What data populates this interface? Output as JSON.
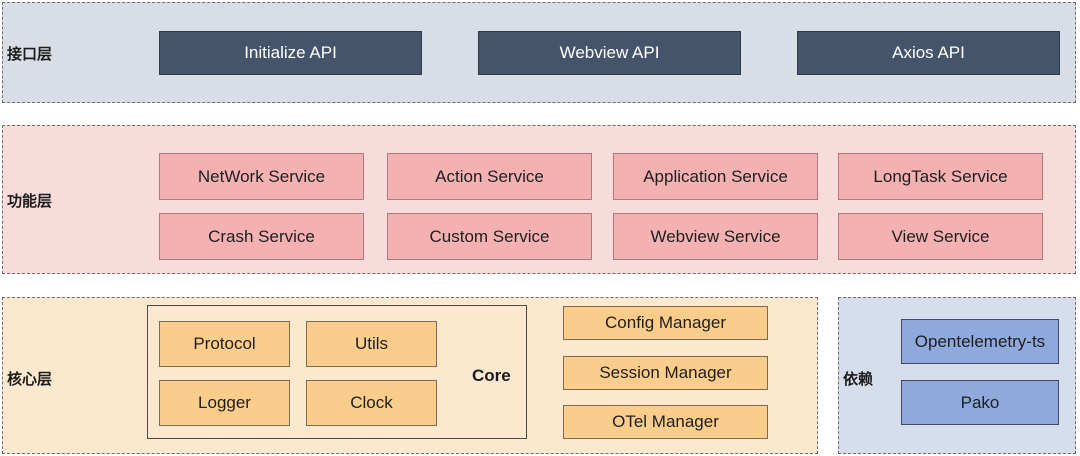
{
  "colors": {
    "interface_layer_bg": "#d9dde6",
    "function_layer_bg": "#f8dcdc",
    "core_layer_bg": "#fbe8cf",
    "dependency_layer_bg": "#d6deed",
    "api_box": "#44546a",
    "service_box": "#f4b1b2",
    "core_box": "#fbcd8d",
    "dependency_box": "#8fa9dc"
  },
  "interface_layer": {
    "label": "接口层",
    "apis": [
      "Initialize API",
      "Webview API",
      "Axios API"
    ]
  },
  "function_layer": {
    "label": "功能层",
    "services": [
      "NetWork Service",
      "Action Service",
      "Application Service",
      "LongTask Service",
      "Crash Service",
      "Custom Service",
      "Webview Service",
      "View Service"
    ]
  },
  "core_layer": {
    "label": "核心层",
    "core_title": "Core",
    "core_modules": [
      "Protocol",
      "Utils",
      "Logger",
      "Clock"
    ],
    "managers": [
      "Config Manager",
      "Session Manager",
      "OTel Manager"
    ]
  },
  "dependency_layer": {
    "label": "依赖",
    "items": [
      "Opentelemetry-ts",
      "Pako"
    ]
  }
}
